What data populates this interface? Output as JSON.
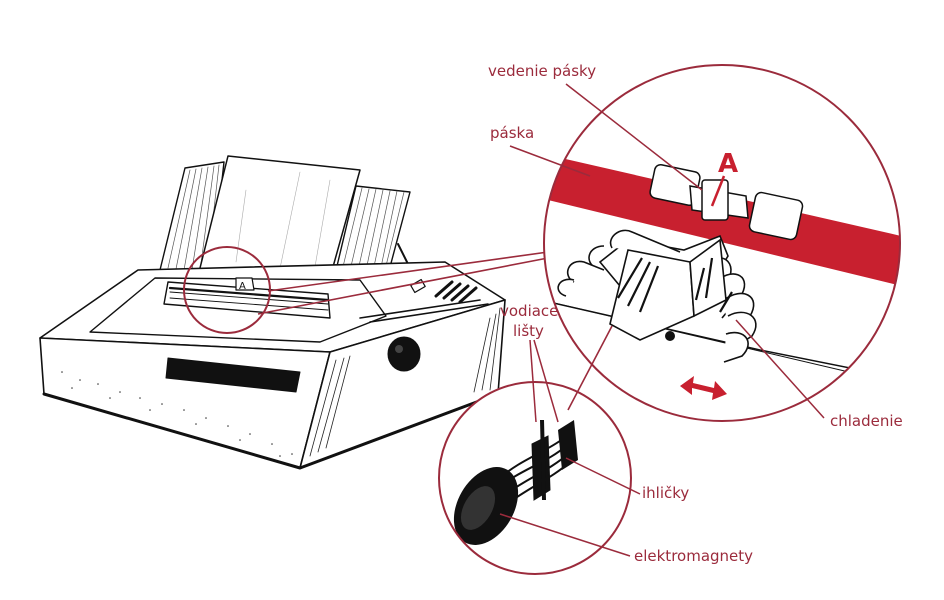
{
  "colors": {
    "accent": "#9b2b3c",
    "ribbon": "#c8202f",
    "ink": "#111111",
    "paper": "#ffffff"
  },
  "labels": {
    "ribbon_guide": "vedenie pásky",
    "ribbon": "páska",
    "guide_rails_line1": "vodiace",
    "guide_rails_line2": "lišty",
    "cooling": "chladenie",
    "needles": "ihličky",
    "electromagnets": "elektromagnety",
    "detail_letter": "A",
    "printer_letter": "A"
  }
}
